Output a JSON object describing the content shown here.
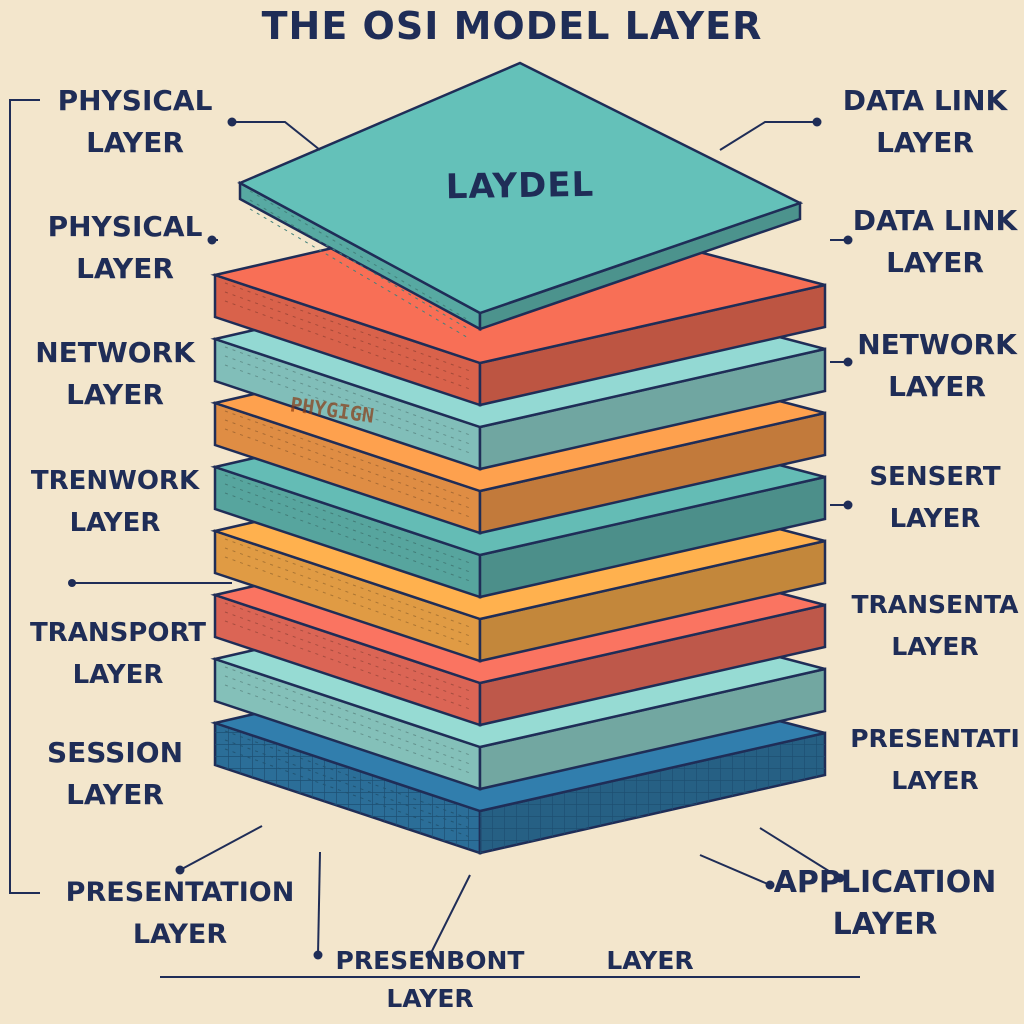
{
  "title": "THE OSI MODEL LAYER",
  "stack": {
    "top_label": "LAYDEL",
    "faint_label": "PHYGIGN",
    "layers": [
      {
        "color": "#2f78a5"
      },
      {
        "color": "#8fd1c9"
      },
      {
        "color": "#ee6e5c"
      },
      {
        "color": "#f4a94a"
      },
      {
        "color": "#5fb3ac"
      },
      {
        "color": "#f2994a"
      },
      {
        "color": "#8ccfc9"
      },
      {
        "color": "#ec6a52"
      },
      {
        "color": "#5fb8b0"
      }
    ]
  },
  "labels_left": [
    {
      "line1": "PHYSICAL",
      "line2": "LAYER"
    },
    {
      "line1": "PHYSICAL",
      "line2": "LAYER"
    },
    {
      "line1": "NETWORK",
      "line2": "LAYER"
    },
    {
      "line1": "TRENWORK",
      "line2": "LAYER"
    },
    {
      "line1": "TRANSPORT",
      "line2": "LAYER"
    },
    {
      "line1": "SESSION",
      "line2": "LAYER"
    },
    {
      "line1": "PRESENTATION",
      "line2": "LAYER"
    }
  ],
  "labels_right": [
    {
      "line1": "DATA LINK",
      "line2": "LAYER"
    },
    {
      "line1": "DATA LINK",
      "line2": "LAYER"
    },
    {
      "line1": "NETWORK",
      "line2": "LAYER"
    },
    {
      "line1": "SENSERT",
      "line2": "LAYER"
    },
    {
      "line1": "TRANSENTA",
      "line2": "LAYER"
    },
    {
      "line1": "PRESENTATI",
      "line2": "LAYER"
    },
    {
      "line1": "APPLICATION",
      "line2": "LAYER"
    }
  ],
  "labels_bottom": [
    {
      "line1": "PRESENBONT",
      "line2": "LAYER"
    },
    {
      "line1": "",
      "line2": "LAYER"
    }
  ]
}
